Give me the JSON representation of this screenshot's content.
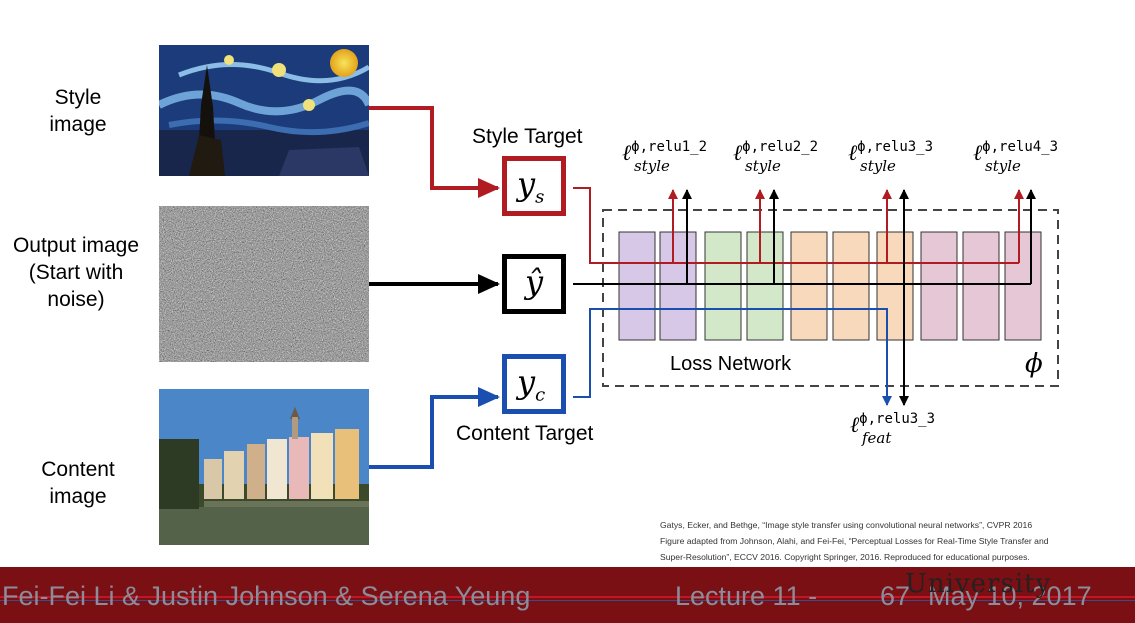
{
  "labels": {
    "style_image": "Style image",
    "output_image": "Output image (Start with noise)",
    "content_image": "Content image"
  },
  "targets": {
    "style_target": "Style Target",
    "content_target": "Content Target"
  },
  "variables": {
    "style": {
      "base": "y",
      "sub": "s"
    },
    "output": {
      "base": "ŷ"
    },
    "content": {
      "base": "y",
      "sub": "c"
    }
  },
  "loss_network": {
    "label": "Loss Network",
    "phi": "ϕ",
    "style_losses": [
      {
        "sup": "ϕ,relu1_2",
        "sub": "style"
      },
      {
        "sup": "ϕ,relu2_2",
        "sub": "style"
      },
      {
        "sup": "ϕ,relu3_3",
        "sub": "style"
      },
      {
        "sup": "ϕ,relu4_3",
        "sub": "style"
      }
    ],
    "feature_loss": {
      "sup": "ϕ,relu3_3",
      "sub": "feat"
    },
    "block_colors": [
      "#d6c8e6",
      "#d6c8e6",
      "#d3e8c8",
      "#d3e8c8",
      "#f8d9bb",
      "#f8d9bb",
      "#f8d9bb",
      "#e6c7d6",
      "#e6c7d6",
      "#e6c7d6"
    ]
  },
  "colors": {
    "style": "#b01c22",
    "output": "#000000",
    "content": "#1a4fb0"
  },
  "citation": [
    "Gatys, Ecker, and Bethge, “Image style transfer using convolutional neural networks”, CVPR 2016",
    "Figure adapted from Johnson, Alahi, and Fei-Fei, “Perceptual Losses for Real-Time Style Transfer and",
    "Super-Resolution”, ECCV 2016. Copyright Springer, 2016. Reproduced for educational purposes."
  ],
  "footer": {
    "authors": "Fei-Fei Li & Justin Johnson & Serena Yeung",
    "lecture": "Lecture 11 -",
    "page": "67",
    "date": "May 10, 2017",
    "watermark": "University"
  }
}
